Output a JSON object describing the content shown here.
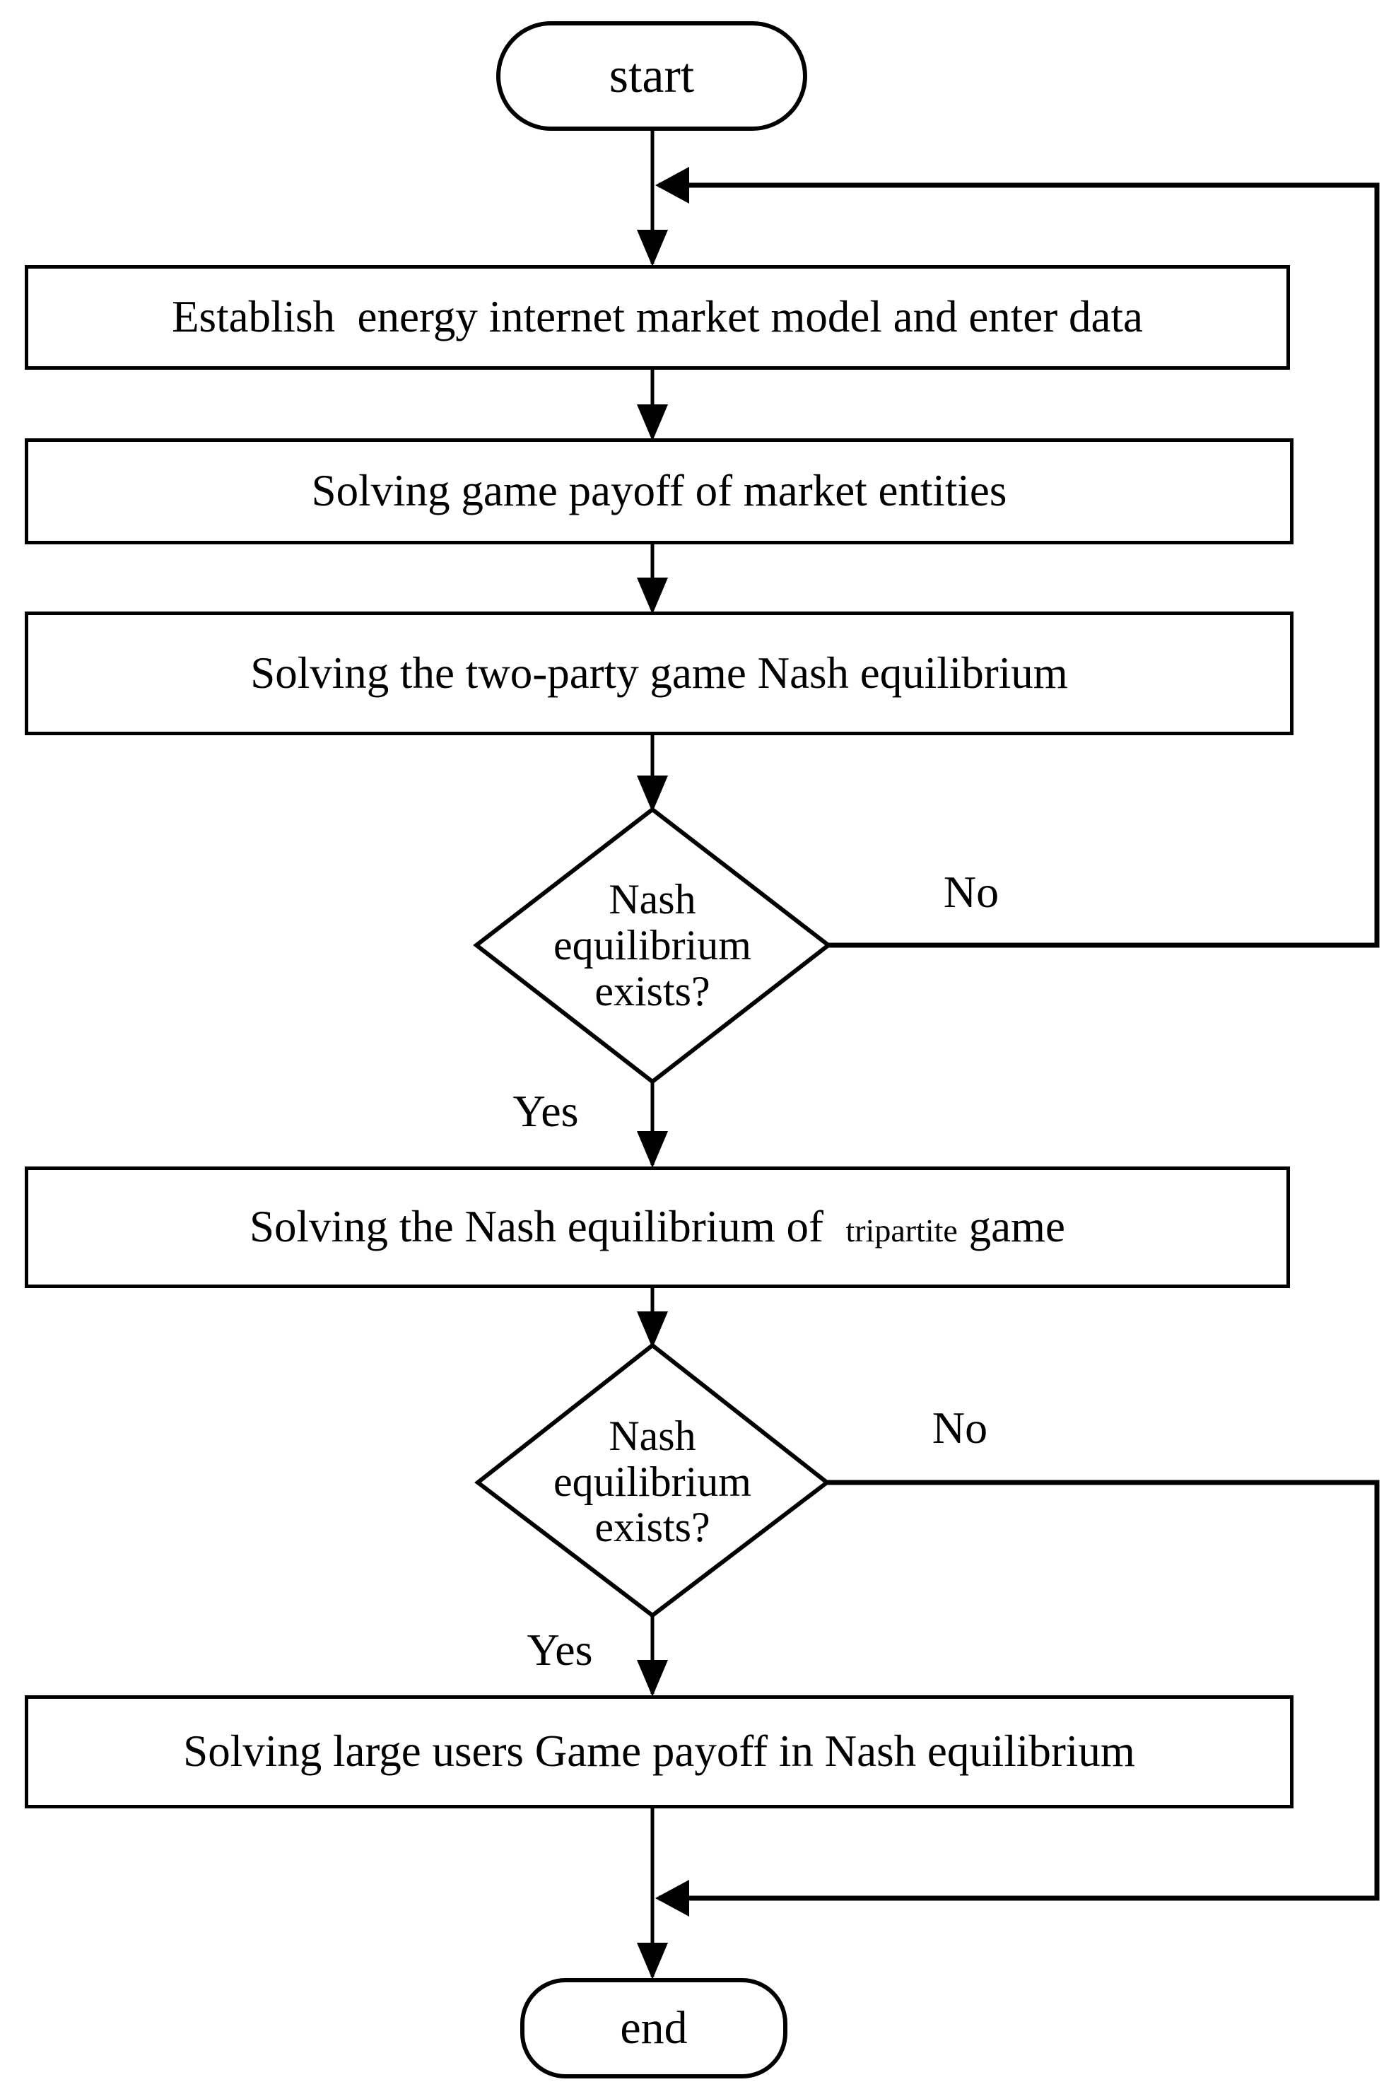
{
  "diagram": {
    "colors": {
      "stroke": "#000000",
      "background": "#ffffff"
    },
    "nodes": {
      "start": {
        "label": "start"
      },
      "step1": {
        "label": "Establish  energy internet market model and enter data"
      },
      "step2": {
        "label": "Solving game payoff of market entities"
      },
      "step3": {
        "label": "Solving the two-party game Nash equilibrium"
      },
      "decision1": {
        "label": "Nash\nequilibrium\nexists?"
      },
      "step4": {
        "label_prefix": "Solving the Nash equilibrium of  ",
        "label_small": "tripartite",
        "label_suffix": " game"
      },
      "decision2": {
        "label": "Nash\nequilibrium\nexists?"
      },
      "step5": {
        "label": "Solving large users Game payoff in Nash equilibrium"
      },
      "end": {
        "label": "end"
      }
    },
    "edges": {
      "decision1_no_label": "No",
      "decision1_yes_label": "Yes",
      "decision2_no_label": "No",
      "decision2_yes_label": "Yes"
    }
  }
}
